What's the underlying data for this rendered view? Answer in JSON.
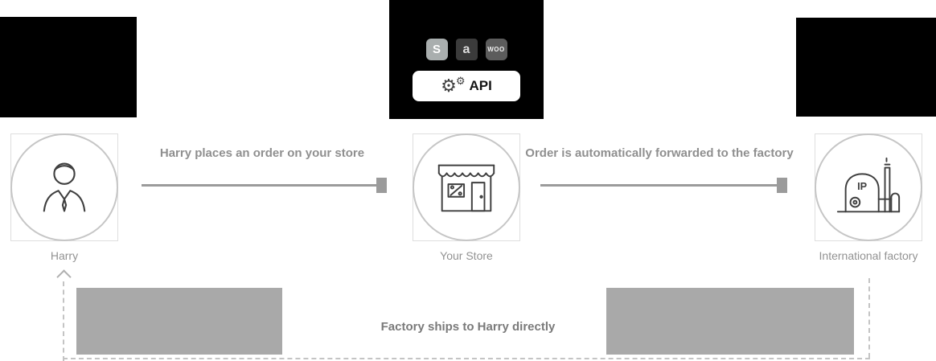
{
  "diagram": {
    "integrations": {
      "platforms": [
        {
          "name": "shopify",
          "label": "S"
        },
        {
          "name": "amazon",
          "label": "a"
        },
        {
          "name": "woocommerce",
          "label": "WOO"
        }
      ],
      "api_label": "API"
    },
    "nodes": {
      "customer": {
        "label": "Harry"
      },
      "store": {
        "label": "Your Store"
      },
      "factory": {
        "label": "International factory",
        "badge": "IP"
      }
    },
    "arrows": {
      "order": "Harry places an order on your store",
      "forward": "Order is automatically forwarded to the factory"
    },
    "return_label": "Factory ships to Harry directly",
    "colors": {
      "arrow_gray": "#9b9b9b",
      "circle_gray": "#c6c6c6",
      "placeholder_gray": "#a9a9a9",
      "label_gray": "#8f8f8f",
      "panel_black": "#000000"
    }
  }
}
